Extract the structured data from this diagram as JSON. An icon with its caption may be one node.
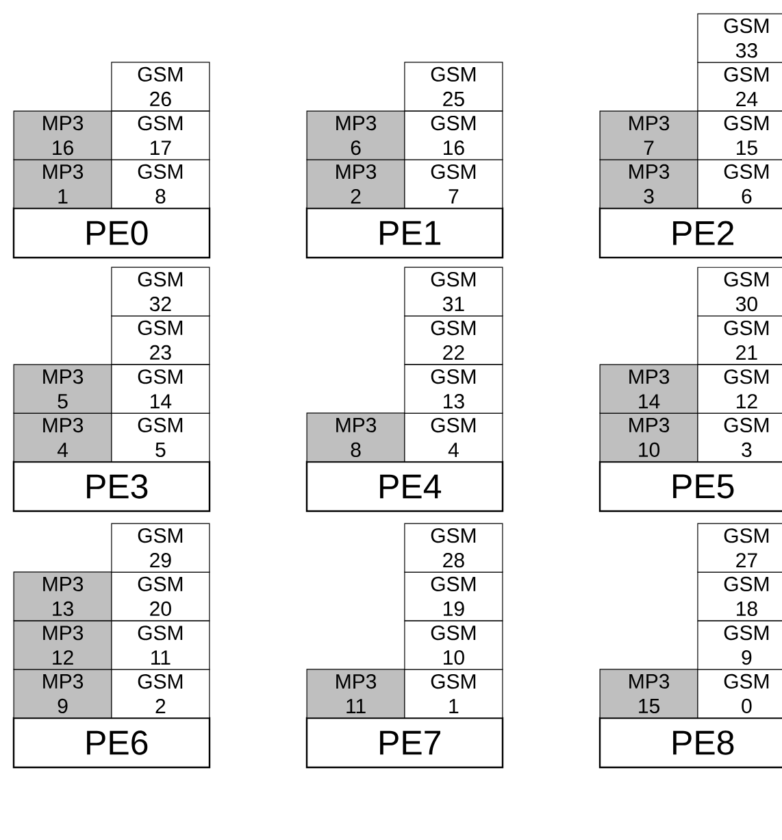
{
  "diagram": {
    "nodes": [
      {
        "text": [
          "PE0"
        ]
      },
      {
        "text": [
          "MP3 1"
        ]
      },
      {
        "text": [
          "MP3 16"
        ]
      },
      {
        "text": [
          "GSM 8"
        ]
      },
      {
        "text": [
          "GSM 17"
        ]
      },
      {
        "text": [
          "GSM 26"
        ]
      },
      {
        "text": [
          "PE1"
        ]
      },
      {
        "text": [
          "MP3 2"
        ]
      },
      {
        "text": [
          "MP3 6"
        ]
      },
      {
        "text": [
          "GSM 7"
        ]
      },
      {
        "text": [
          "GSM 16"
        ]
      },
      {
        "text": [
          "GSM 25"
        ]
      },
      {
        "text": [
          "PE2"
        ]
      },
      {
        "text": [
          "MP3 3"
        ]
      },
      {
        "text": [
          "MP3 7"
        ]
      },
      {
        "text": [
          "GSM 6"
        ]
      },
      {
        "text": [
          "GSM 15"
        ]
      },
      {
        "text": [
          "GSM 24"
        ]
      },
      {
        "text": [
          "GSM 33"
        ]
      },
      {
        "text": [
          "PE3"
        ]
      },
      {
        "text": [
          "MP3 4"
        ]
      },
      {
        "text": [
          "MP3 5"
        ]
      },
      {
        "text": [
          "GSM 5"
        ]
      },
      {
        "text": [
          "GSM 14"
        ]
      },
      {
        "text": [
          "GSM 23"
        ]
      },
      {
        "text": [
          "GSM 32"
        ]
      },
      {
        "text": [
          "PE4"
        ]
      },
      {
        "text": [
          "MP3 8"
        ]
      },
      {
        "text": [
          "GSM 4"
        ]
      },
      {
        "text": [
          "GSM 13"
        ]
      },
      {
        "text": [
          "GSM 22"
        ]
      },
      {
        "text": [
          "GSM 31"
        ]
      },
      {
        "text": [
          "PE5"
        ]
      },
      {
        "text": [
          "MP3 10"
        ]
      },
      {
        "text": [
          "MP3 14"
        ]
      },
      {
        "text": [
          "GSM 3"
        ]
      },
      {
        "text": [
          "GSM 12"
        ]
      },
      {
        "text": [
          "GSM 21"
        ]
      },
      {
        "text": [
          "GSM 30"
        ]
      },
      {
        "text": [
          "PE6"
        ]
      },
      {
        "text": [
          "MP3 9"
        ]
      },
      {
        "text": [
          "MP3 12"
        ]
      },
      {
        "text": [
          "MP3 13"
        ]
      },
      {
        "text": [
          "GSM 2"
        ]
      },
      {
        "text": [
          "GSM 11"
        ]
      },
      {
        "text": [
          "GSM 20"
        ]
      },
      {
        "text": [
          "GSM 29"
        ]
      },
      {
        "text": [
          "PE7"
        ]
      },
      {
        "text": [
          "MP3 11"
        ]
      },
      {
        "text": [
          "GSM 1"
        ]
      },
      {
        "text": [
          "GSM 10"
        ]
      },
      {
        "text": [
          "GSM 19"
        ]
      },
      {
        "text": [
          "GSM 28"
        ]
      },
      {
        "text": [
          "PE8"
        ]
      },
      {
        "text": [
          "MP3 15"
        ]
      },
      {
        "text": [
          "GSM 0"
        ]
      },
      {
        "text": [
          "GSM 9"
        ]
      },
      {
        "text": [
          "GSM 18"
        ]
      },
      {
        "text": [
          "GSM 27"
        ]
      }
    ]
  }
}
